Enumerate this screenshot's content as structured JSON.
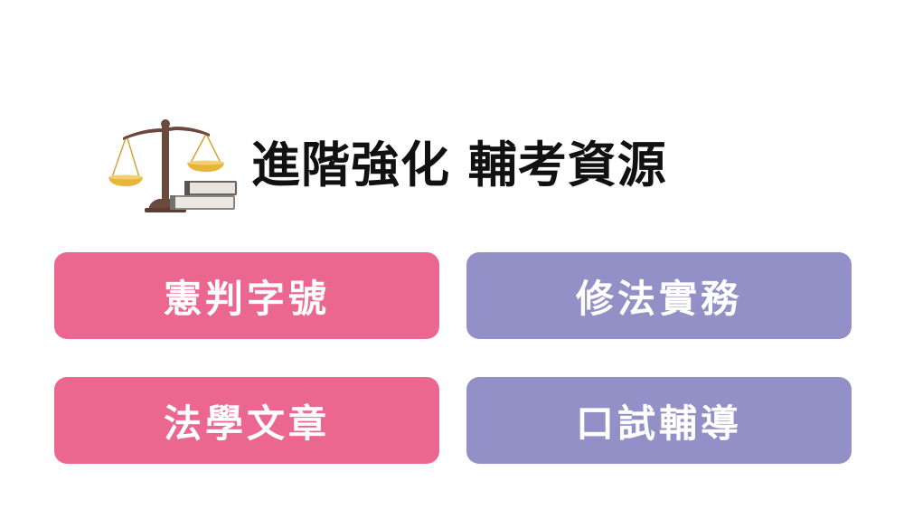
{
  "header": {
    "title": "進階強化 輔考資源",
    "logo_icon": "scales-and-books-icon"
  },
  "buttons": [
    {
      "label": "憲判字號",
      "color": "#ec6790"
    },
    {
      "label": "修法實務",
      "color": "#9290c7"
    },
    {
      "label": "法學文章",
      "color": "#ec6790"
    },
    {
      "label": "口試輔導",
      "color": "#9290c7"
    }
  ],
  "colors": {
    "pink": "#ec6790",
    "purple": "#9290c7",
    "title_text": "#111111"
  }
}
